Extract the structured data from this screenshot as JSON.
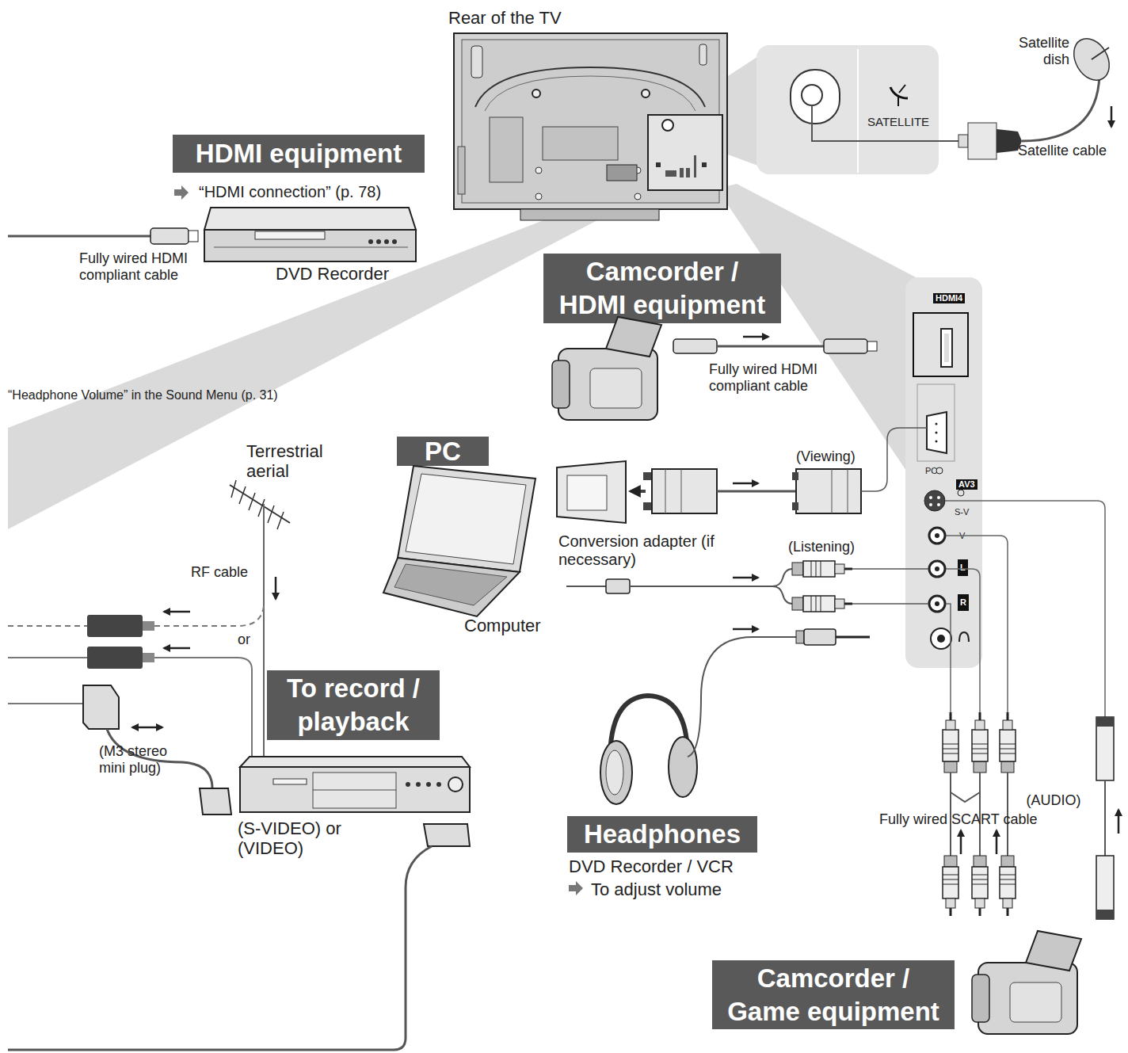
{
  "diagram": {
    "nodes": [
      {
        "text": [
          "SATELLITE"
        ]
      },
      {
        "text": [
          "HDMI equipment"
        ]
      },
      {
        "text": [
          "Camcorder / HDMI equipment"
        ]
      },
      {
        "text": [
          "HDMI4",
          "PC",
          "AV3",
          "S-V",
          "V",
          "L",
          "R"
        ]
      },
      {
        "text": [
          "PC"
        ]
      },
      {
        "text": [
          "To record / playback"
        ]
      },
      {
        "text": [
          "Headphones"
        ]
      },
      {
        "text": [
          "Camcorder / Game equipment"
        ]
      }
    ],
    "labels": [
      "Rear of the TV",
      "Satellite dish",
      "Satellite cable",
      "“HDMI connection” (p. 78)",
      "Fully wired HDMI compliant cable",
      "DVD Recorder",
      "Fully wired HDMI compliant cable",
      "Terrestrial aerial",
      "(Viewing)",
      "Conversion adapter (if necessary)",
      "(Listening)",
      "RF cable",
      "Computer",
      "or",
      "(M3 stereo mini plug)",
      "Fully wired SCART cable",
      "(AUDIO)",
      "(S-VIDEO) or (VIDEO)",
      "DVD Recorder / VCR",
      "To adjust volume",
      "“Headphone Volume” in the Sound Menu (p. 31)"
    ]
  }
}
